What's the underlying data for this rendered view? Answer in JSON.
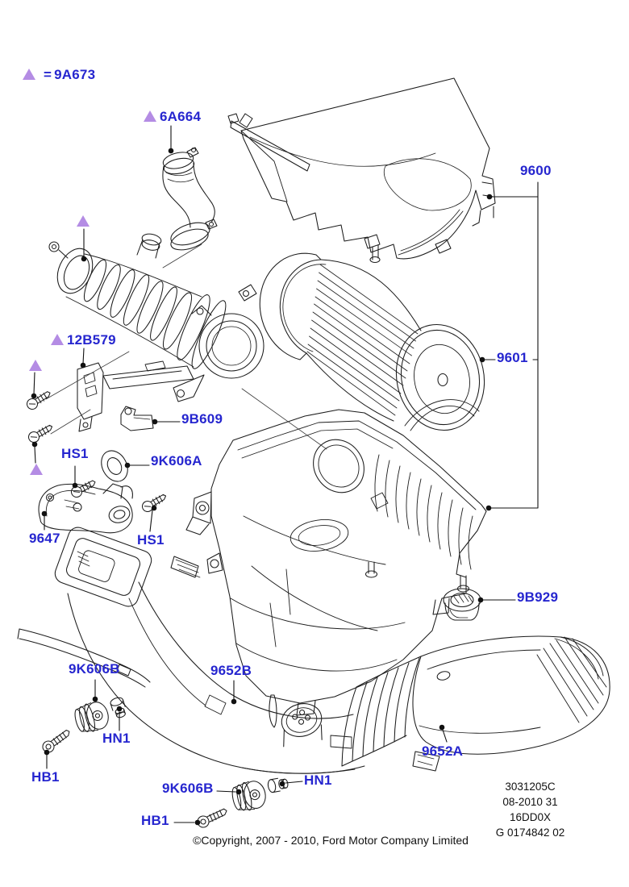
{
  "colors": {
    "label_blue": "#2626cf",
    "triangle_purple": "#b48ce4",
    "line_black": "#1c1c1c",
    "background": "#ffffff"
  },
  "legend": {
    "equals_sign": "=",
    "part_number": "9A673"
  },
  "labels": [
    {
      "id": "6A664",
      "text": "6A664"
    },
    {
      "id": "9600",
      "text": "9600"
    },
    {
      "id": "9601",
      "text": "9601"
    },
    {
      "id": "12B579",
      "text": "12B579"
    },
    {
      "id": "9B609",
      "text": "9B609"
    },
    {
      "id": "HS1-upper",
      "text": "HS1"
    },
    {
      "id": "9K606A",
      "text": "9K606A"
    },
    {
      "id": "9647",
      "text": "9647"
    },
    {
      "id": "HS1-lower",
      "text": "HS1"
    },
    {
      "id": "9B929",
      "text": "9B929"
    },
    {
      "id": "9K606B-left",
      "text": "9K606B"
    },
    {
      "id": "9652B",
      "text": "9652B"
    },
    {
      "id": "HN1-left",
      "text": "HN1"
    },
    {
      "id": "HB1-left",
      "text": "HB1"
    },
    {
      "id": "9652A",
      "text": "9652A"
    },
    {
      "id": "9K606B-bottom",
      "text": "9K606B"
    },
    {
      "id": "HN1-bottom",
      "text": "HN1"
    },
    {
      "id": "HB1-bottom",
      "text": "HB1"
    }
  ],
  "plate": {
    "lines": [
      "3031205C",
      "08-2010 31",
      "16DD0X",
      "G 0174842 02"
    ]
  },
  "footer": {
    "copyright": "©Copyright, 2007 - 2010, Ford Motor Company Limited"
  }
}
